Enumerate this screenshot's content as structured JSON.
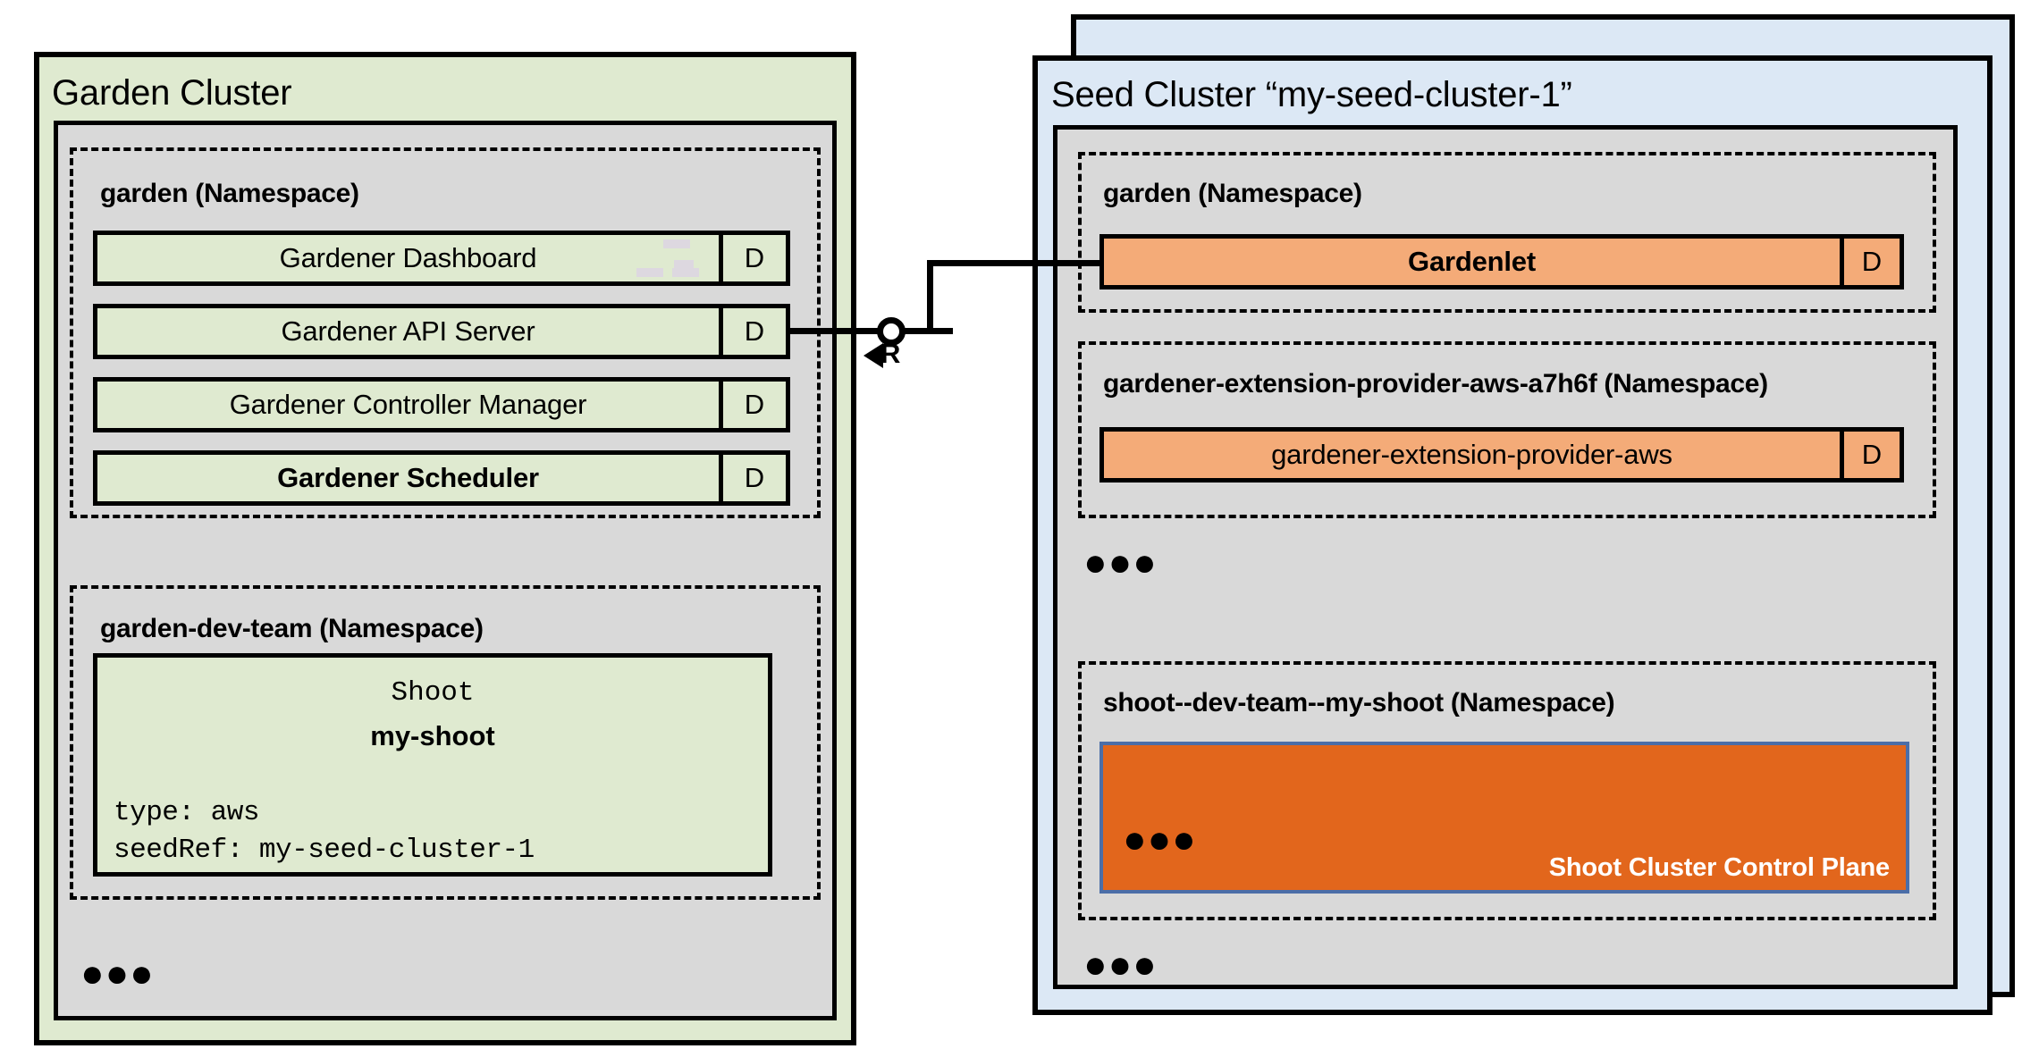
{
  "diagram": {
    "title_left": "Garden Cluster",
    "title_right": "Seed Cluster “my-seed-cluster-1”",
    "colors": {
      "garden_cluster_fill": "#dfead0",
      "seed_cluster_fill": "#dce8f5",
      "panel_fill": "#d9d9d9",
      "component_green": "#dfead0",
      "component_orange": "#f4ab78",
      "control_plane_fill": "#e2661c",
      "control_plane_border": "#4b6ea8",
      "stroke": "#000000"
    }
  },
  "garden_cluster": {
    "title": "Garden Cluster",
    "namespaces": [
      {
        "name": "garden (Namespace)",
        "components": [
          {
            "label": "Gardener Dashboard",
            "badge": "D",
            "bold": false
          },
          {
            "label": "Gardener API Server",
            "badge": "D",
            "bold": false
          },
          {
            "label": "Gardener Controller Manager",
            "badge": "D",
            "bold": false
          },
          {
            "label": "Gardener Scheduler",
            "badge": "D",
            "bold": true
          }
        ]
      },
      {
        "name": "garden-dev-team (Namespace)",
        "resource": {
          "kind": "Shoot",
          "name": "my-shoot",
          "fields": [
            "type: aws",
            "seedRef: my-seed-cluster-1"
          ]
        }
      }
    ],
    "more_indicator": "●●●"
  },
  "seed_cluster": {
    "title": "Seed Cluster “my-seed-cluster-1”",
    "namespaces": [
      {
        "name": "garden (Namespace)",
        "components": [
          {
            "label": "Gardenlet",
            "badge": "D",
            "bold": true
          }
        ]
      },
      {
        "name": "gardener-extension-provider-aws-a7h6f (Namespace)",
        "components": [
          {
            "label": "gardener-extension-provider-aws",
            "badge": "D",
            "bold": false
          }
        ]
      },
      {
        "name": "shoot--dev-team--my-shoot (Namespace)",
        "control_plane": {
          "label": "Shoot Cluster Control Plane",
          "more_indicator": "●●●"
        }
      }
    ],
    "more_indicator_middle": "●●●",
    "more_indicator_bottom": "●●●"
  },
  "connector": {
    "label": "R",
    "from": "Gardener API Server",
    "to": "Gardenlet",
    "socket_icon": "required-interface-socket-icon",
    "arrow_icon": "arrow-left-icon"
  }
}
